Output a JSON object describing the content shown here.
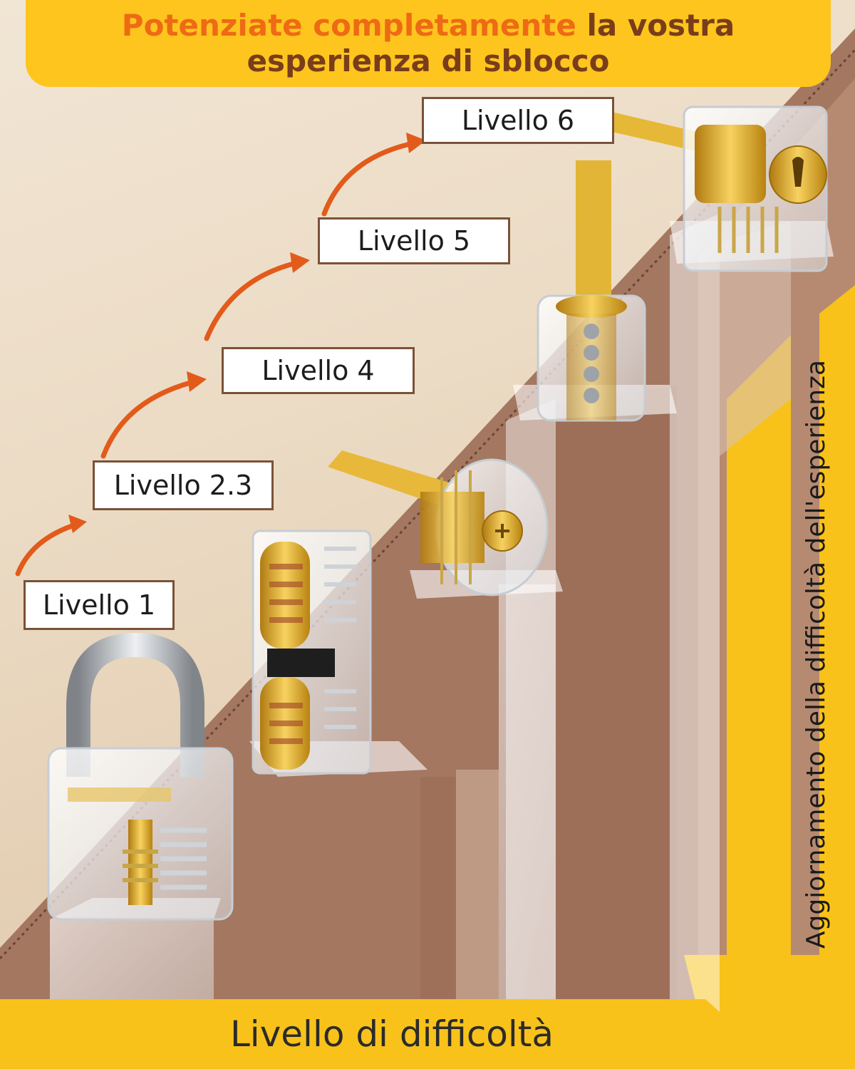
{
  "banner": {
    "highlight": "Potenziate completamente",
    "rest_line1": " la vostra",
    "line2": "esperienza di sblocco"
  },
  "levels": [
    {
      "label": "Livello 1"
    },
    {
      "label": "Livello 2.3"
    },
    {
      "label": "Livello 4"
    },
    {
      "label": "Livello 5"
    },
    {
      "label": "Livello 6"
    }
  ],
  "x_axis_label": "Livello di difficoltà",
  "y_axis_label": "Aggiornamento della difficoltà dell'esperienza",
  "colors": {
    "banner": "#fdc51d",
    "highlight": "#ef6a14",
    "banner_text": "#7a3d1b",
    "arrow": "#e35b1a",
    "stair_brown": "#a67a62",
    "stair_dark": "#8a5d47"
  },
  "icons": [
    "padlock-icon",
    "cylinder-lock-icon",
    "disc-lock-icon",
    "round-lock-icon",
    "euro-cylinder-lock-icon",
    "arrow-icon"
  ]
}
